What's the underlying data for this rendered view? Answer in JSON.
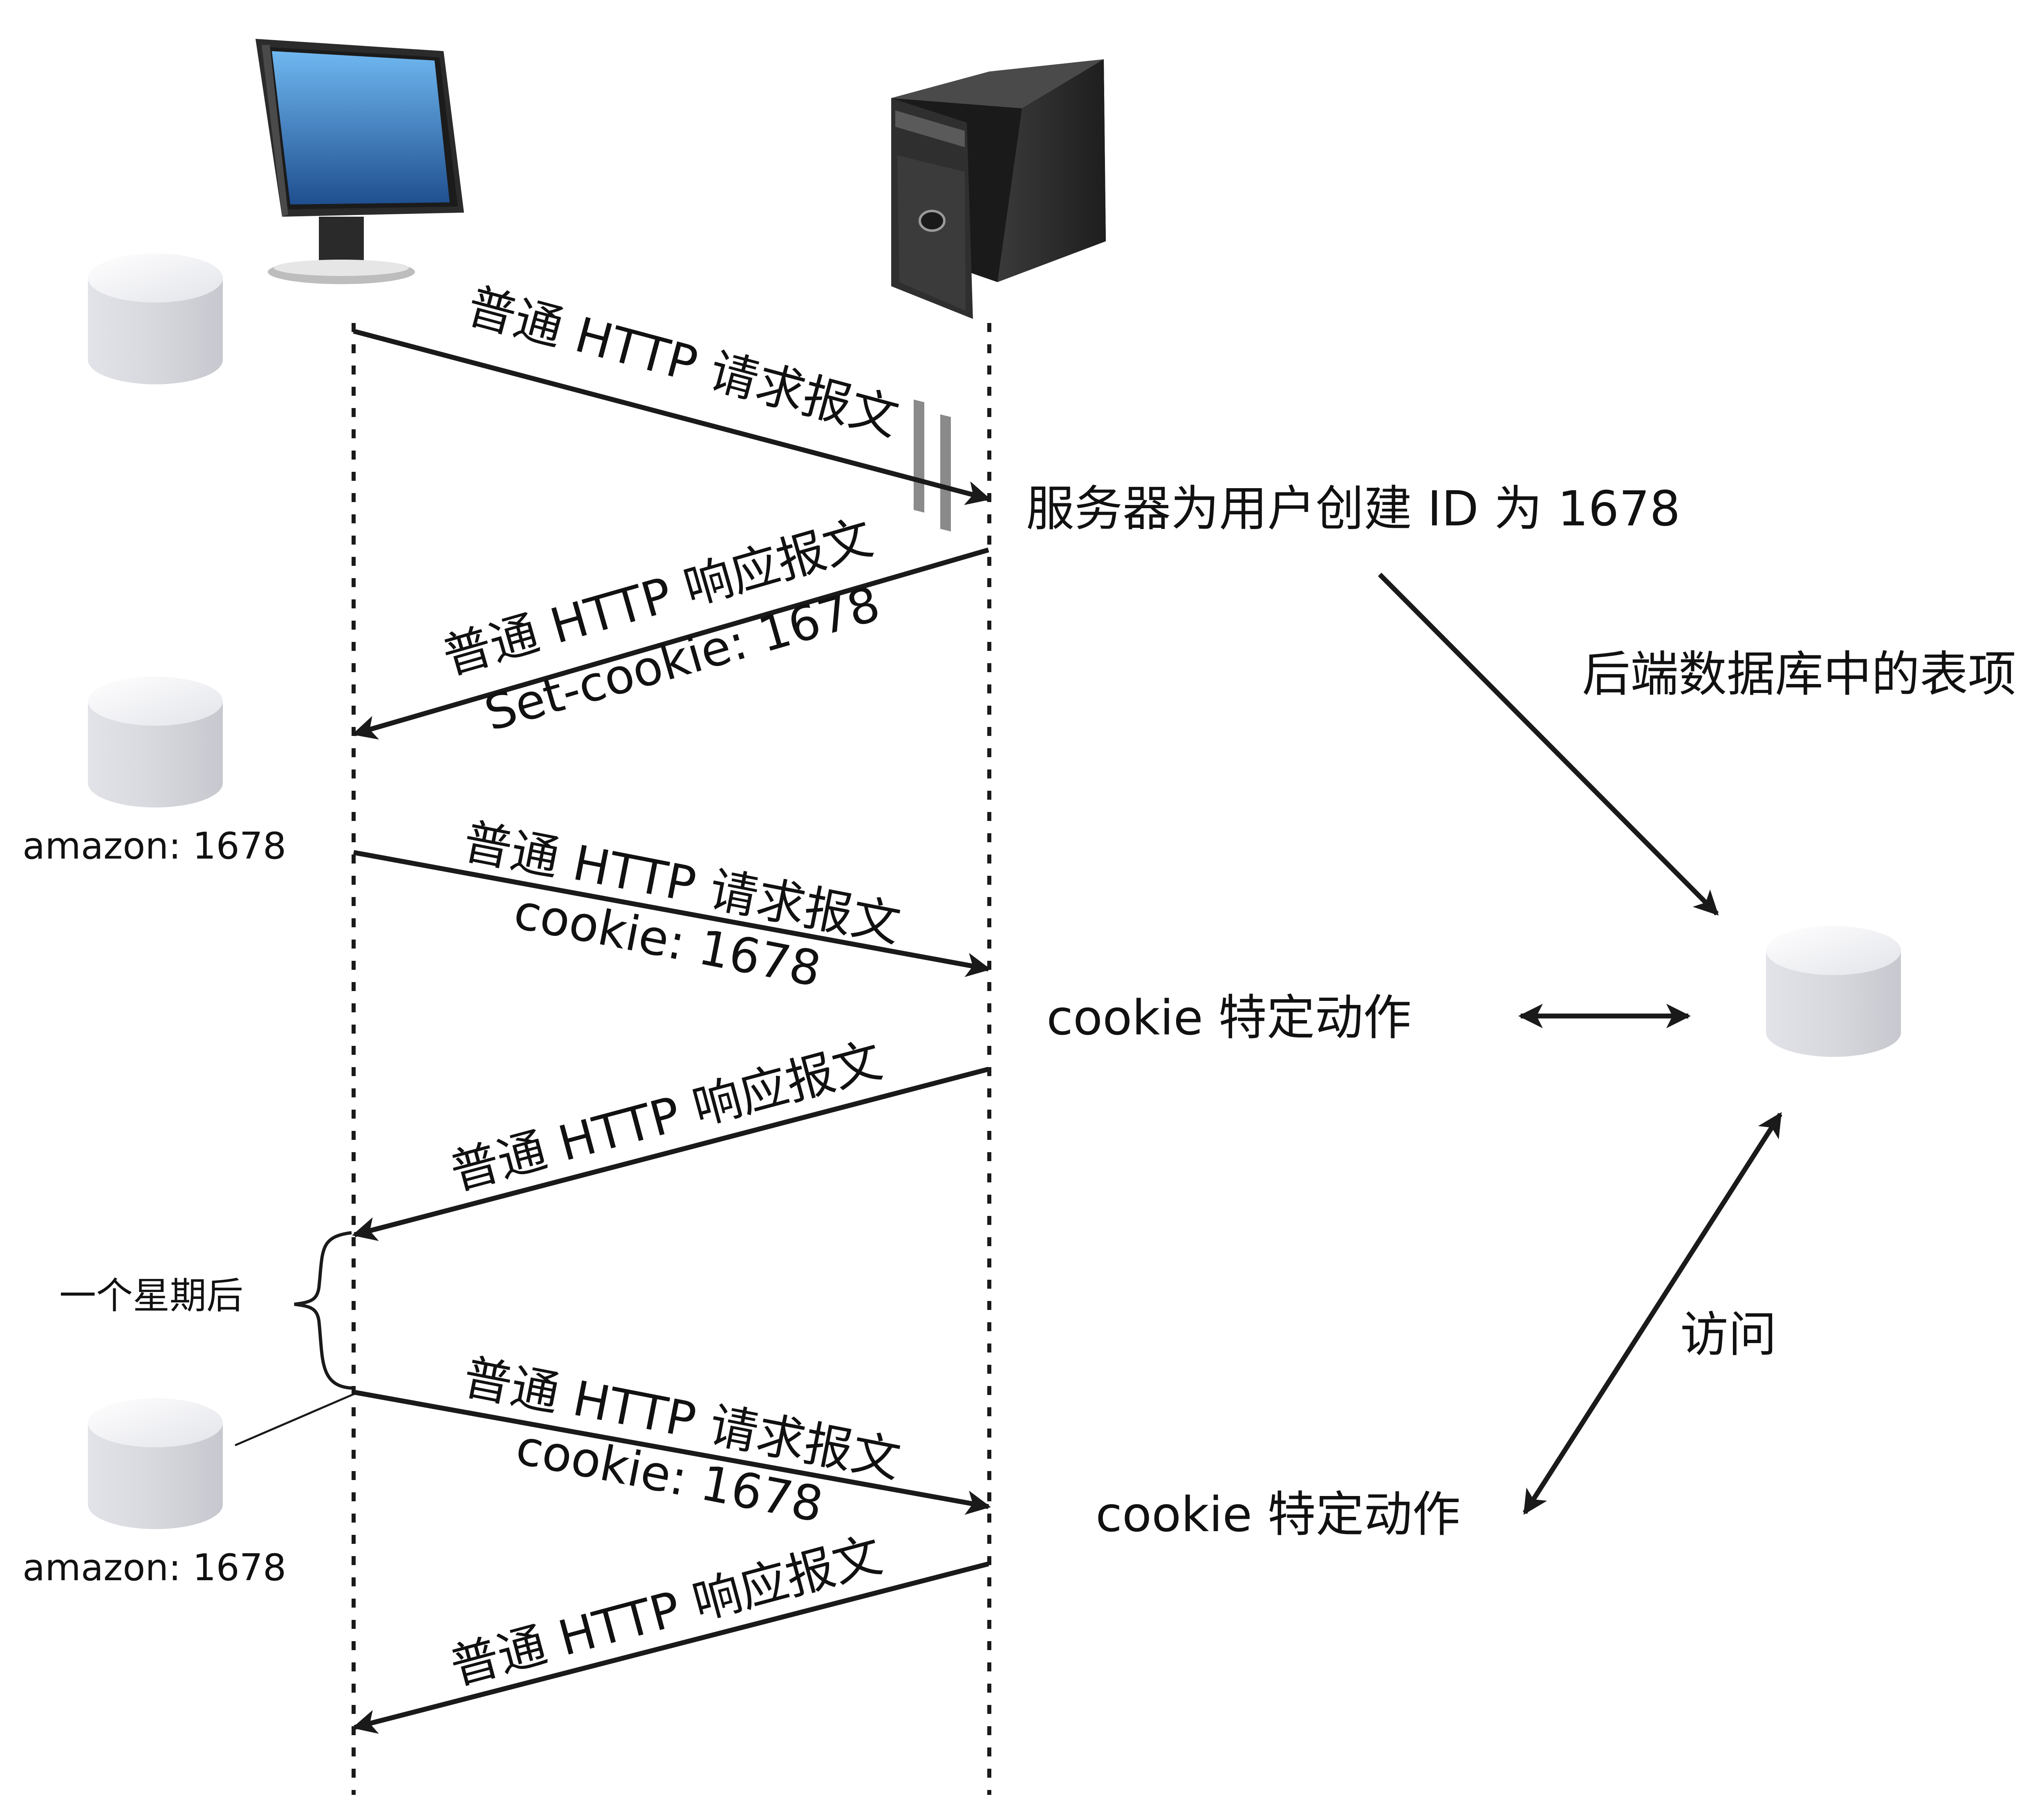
{
  "messages": {
    "req1": "普通 HTTP 请求报文",
    "resp1": "普通 HTTP 响应报文",
    "resp1_cookie": "Set-cookie: 1678",
    "req2": "普通 HTTP 请求报文",
    "req2_cookie": "cookie: 1678",
    "resp2": "普通 HTTP 响应报文",
    "req3": "普通 HTTP 请求报文",
    "req3_cookie": "cookie: 1678",
    "resp3": "普通 HTTP 响应报文"
  },
  "server_notes": {
    "create_id": "服务器为用户创建 ID 为 1678",
    "backend_entry": "后端数据库中的表项",
    "cookie_action_1": "cookie 特定动作",
    "cookie_action_2": "cookie 特定动作",
    "access": "访问"
  },
  "client": {
    "store_1": "amazon: 1678",
    "store_2": "amazon: 1678",
    "one_week_later": "一个星期后"
  },
  "colors": {
    "line": "#1a1a1a",
    "cylinder": "#dcdde3"
  },
  "icons": {
    "client": "desktop-computer-icon",
    "server": "server-tower-icon",
    "storage": "database-cylinder-icon"
  }
}
